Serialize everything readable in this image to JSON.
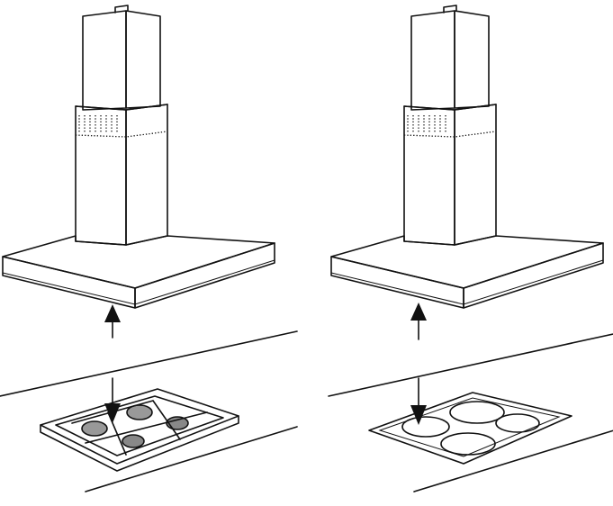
{
  "colors": {
    "line": "#111111",
    "steel_light": "#e6e6e6",
    "steel_mid": "#cfcfcf",
    "steel_dark": "#b5b5b5",
    "hob_glass": "#d9d9d9",
    "background": "#ffffff"
  },
  "panels": [
    {
      "hob_type": "gas",
      "arrows": [
        "up",
        "down"
      ]
    },
    {
      "hob_type": "electric",
      "arrows": [
        "up",
        "down"
      ]
    }
  ]
}
